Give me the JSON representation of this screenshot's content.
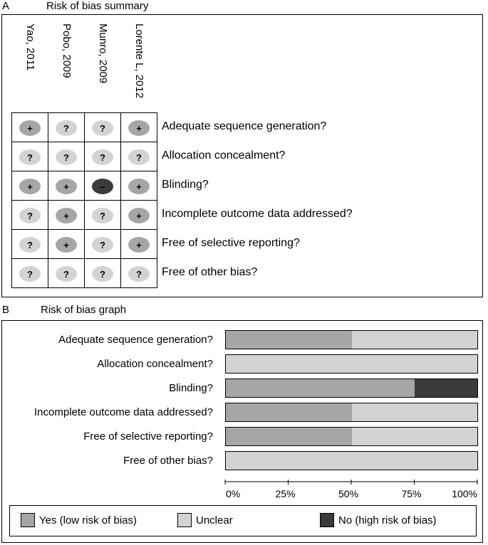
{
  "colors": {
    "yes": "#a6a6a6",
    "unclear": "#d3d3d3",
    "no": "#3b3b3b"
  },
  "panel_a": {
    "letter": "A",
    "title": "Risk of bias summary",
    "studies": [
      "Yao, 2011",
      "Pobo, 2009",
      "Munro, 2009",
      "Lorente L, 2012"
    ],
    "domains": [
      "Adequate sequence generation?",
      "Allocation concealment?",
      "Blinding?",
      "Incomplete outcome data addressed?",
      "Free of selective reporting?",
      "Free of other bias?"
    ],
    "symbols": {
      "yes": "+",
      "unclear": "?",
      "no": "–"
    },
    "judgements": [
      [
        "yes",
        "unclear",
        "unclear",
        "yes"
      ],
      [
        "unclear",
        "unclear",
        "unclear",
        "unclear"
      ],
      [
        "yes",
        "yes",
        "no",
        "yes"
      ],
      [
        "unclear",
        "yes",
        "unclear",
        "yes"
      ],
      [
        "unclear",
        "yes",
        "unclear",
        "yes"
      ],
      [
        "unclear",
        "unclear",
        "unclear",
        "unclear"
      ]
    ]
  },
  "panel_b": {
    "letter": "B",
    "title": "Risk of bias graph"
  },
  "chart_data": {
    "type": "bar",
    "orientation": "horizontal-stacked-percent",
    "categories": [
      "Adequate sequence generation?",
      "Allocation concealment?",
      "Blinding?",
      "Incomplete outcome data addressed?",
      "Free of selective reporting?",
      "Free of other bias?"
    ],
    "series": [
      {
        "name": "Yes (low risk of bias)",
        "values": [
          50,
          0,
          75,
          50,
          50,
          0
        ]
      },
      {
        "name": "Unclear",
        "values": [
          50,
          100,
          0,
          50,
          50,
          100
        ]
      },
      {
        "name": "No (high risk of bias)",
        "values": [
          0,
          0,
          25,
          0,
          0,
          0
        ]
      }
    ],
    "xlim": [
      0,
      100
    ],
    "xticks": [
      "0%",
      "25%",
      "50%",
      "75%",
      "100%"
    ],
    "legend_placement": "bottom"
  }
}
